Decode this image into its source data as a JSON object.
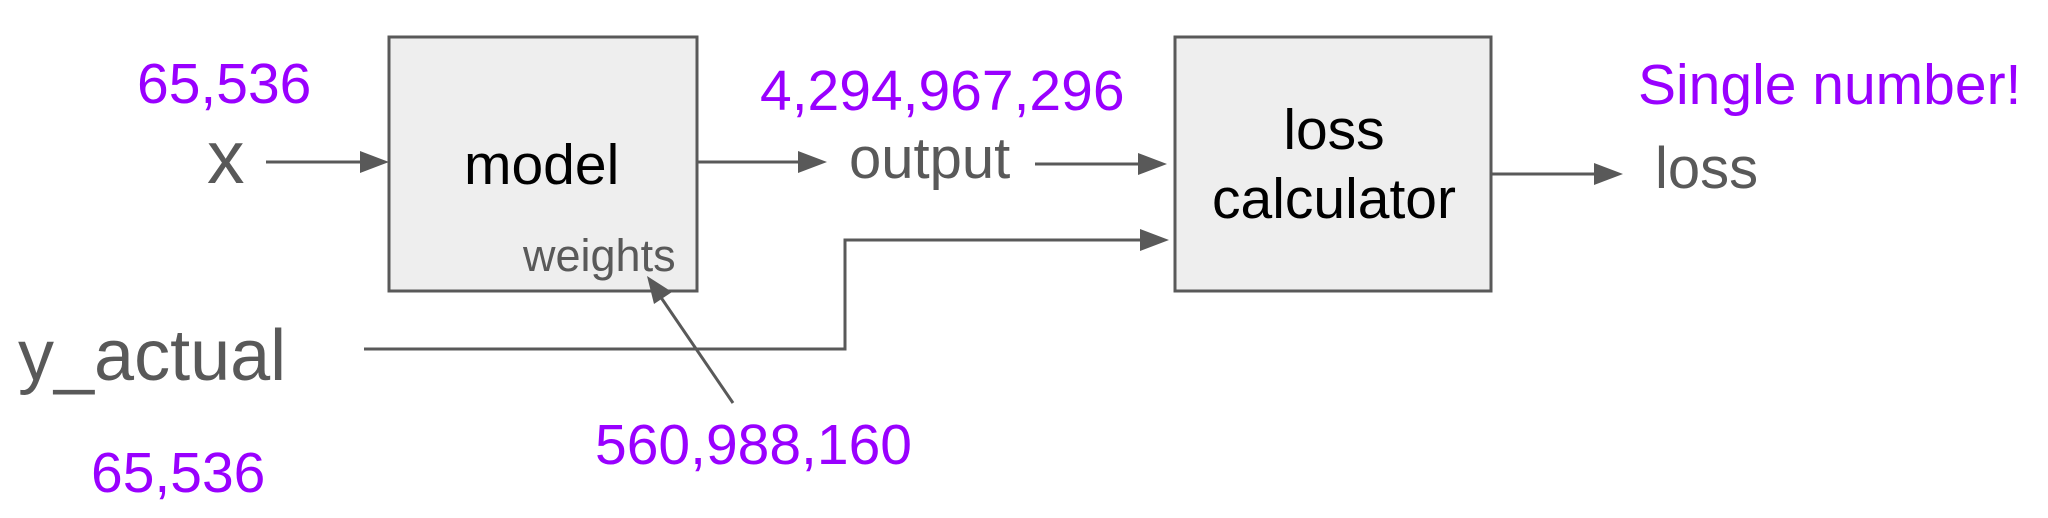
{
  "colors": {
    "annotation": "#9900ff",
    "label": "#595959",
    "box_fill": "#eeeeee",
    "box_border": "#595959"
  },
  "inputs": {
    "x_label": "x",
    "x_count": "65,536",
    "y_label": "y_actual",
    "y_count": "65,536"
  },
  "model": {
    "label": "model",
    "weights_label": "weights",
    "weights_count": "560,988,160"
  },
  "output": {
    "label": "output",
    "count": "4,294,967,296"
  },
  "loss_calculator": {
    "line1": "loss",
    "line2": "calculator"
  },
  "loss": {
    "label": "loss",
    "note": "Single number!"
  }
}
